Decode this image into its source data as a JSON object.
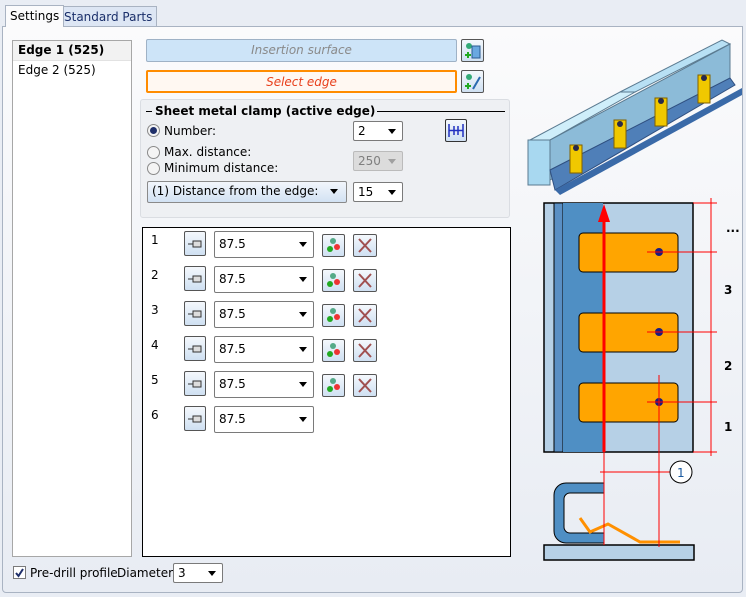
{
  "tabs": [
    {
      "label": "Settings",
      "active": true
    },
    {
      "label": "Standard Parts",
      "active": false
    }
  ],
  "edges": [
    {
      "label": "Edge 1 (525)",
      "selected": true
    },
    {
      "label": "Edge 2 (525)",
      "selected": false
    }
  ],
  "insertion_surface": {
    "placeholder": "Insertion surface"
  },
  "select_edge": {
    "placeholder": "Select edge"
  },
  "group": {
    "title": "Sheet metal clamp (active edge)",
    "number_label": "Number:",
    "number_value": "2",
    "max_distance_label": "Max. distance:",
    "min_distance_label": "Minimum distance:",
    "distance_value": "250",
    "mode_value": "(1) Distance from the edge:",
    "mode_amount": "15"
  },
  "rows": [
    {
      "num": "1",
      "value": "87.5"
    },
    {
      "num": "2",
      "value": "87.5"
    },
    {
      "num": "3",
      "value": "87.5"
    },
    {
      "num": "4",
      "value": "87.5"
    },
    {
      "num": "5",
      "value": "87.5"
    },
    {
      "num": "6",
      "value": "87.5"
    }
  ],
  "drawing": {
    "dim_labels": [
      "...",
      "3",
      "2",
      "1"
    ],
    "callout": "1"
  },
  "footer": {
    "predrill_label": "Pre-drill profile",
    "predrill_checked": true,
    "diameter_label": "Diameter:",
    "diameter_value": "3"
  },
  "colors": {
    "accent_orange": "#ff8c00",
    "select_text": "#e8401c",
    "clamp": "#ffa500",
    "profile_blue": "#4f8fc4"
  }
}
